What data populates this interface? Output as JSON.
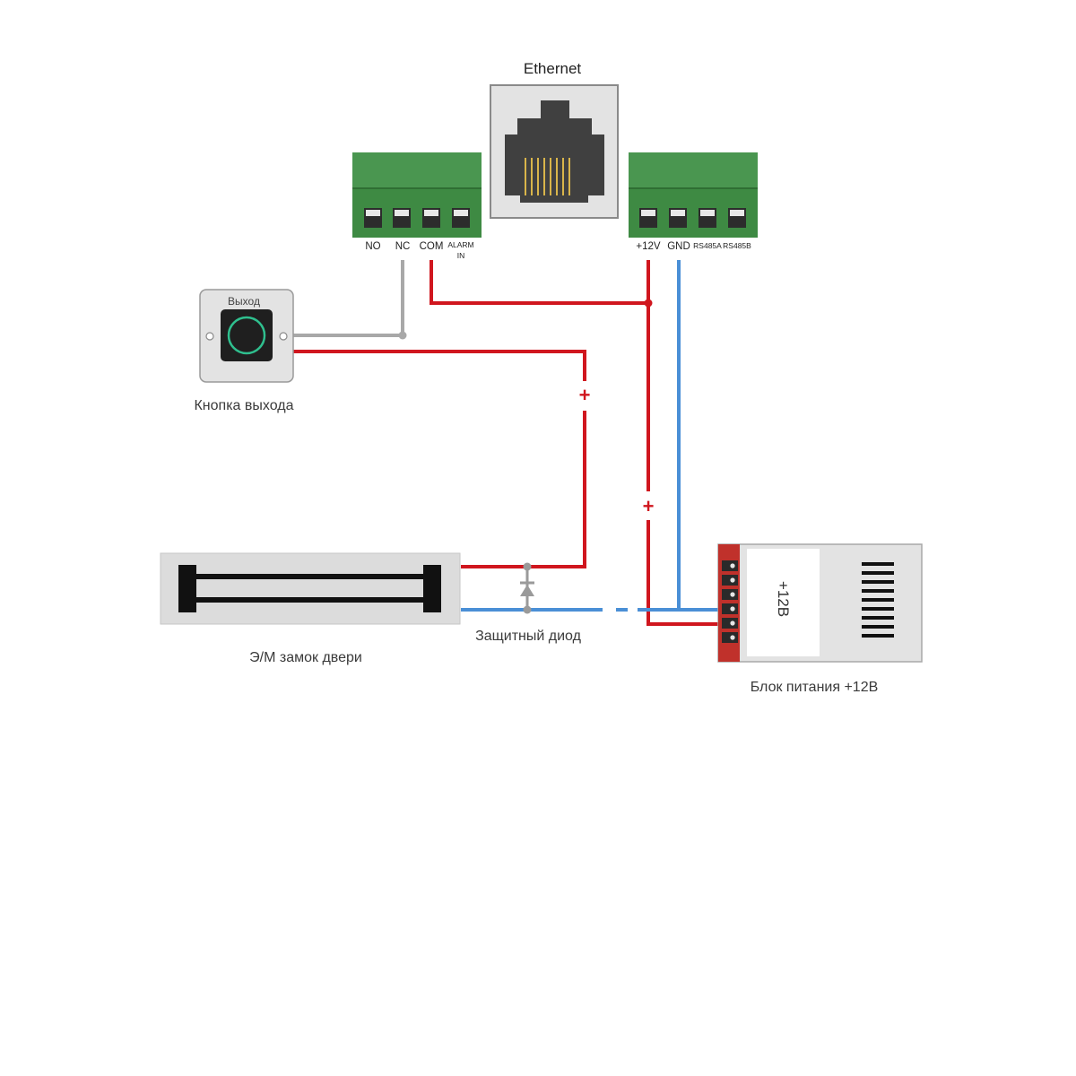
{
  "ethernet": {
    "label": "Ethernet"
  },
  "terminal_left": {
    "pins": [
      "NO",
      "NC",
      "COM",
      "ALARM",
      "IN"
    ]
  },
  "terminal_right": {
    "pins": [
      "+12V",
      "GND",
      "RS485A",
      "RS485B"
    ]
  },
  "exit_button": {
    "face_label": "Выход",
    "caption": "Кнопка выхода"
  },
  "lock": {
    "caption": "Э/М замок двери"
  },
  "diode": {
    "caption": "Защитный диод"
  },
  "psu": {
    "face_label": "+12В",
    "caption": "Блок питания +12В"
  },
  "polarity": {
    "plus_a": "+",
    "plus_b": "+"
  },
  "colors": {
    "wire_red": "#d0161e",
    "wire_blue": "#4a8fd6",
    "wire_gray": "#a8a8a8",
    "terminal_green": "#3e8a43",
    "psu_terminal_red": "#c0312b"
  }
}
